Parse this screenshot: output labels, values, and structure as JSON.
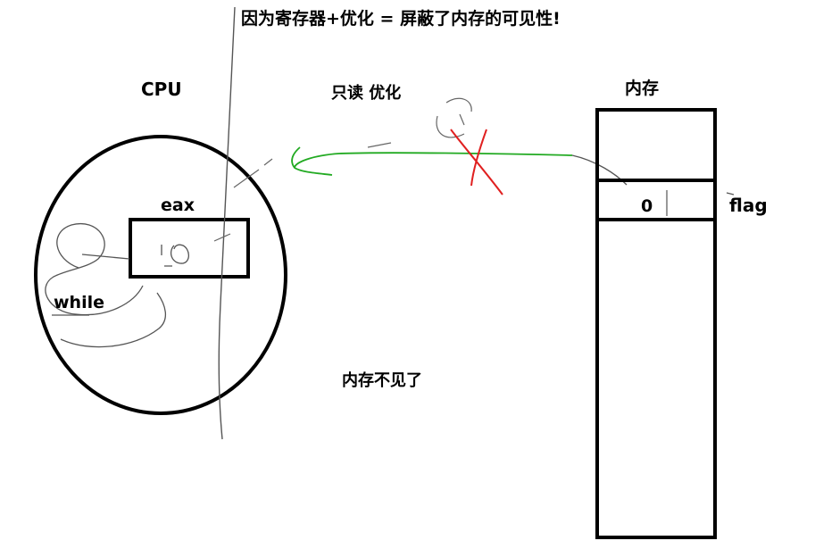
{
  "title": "因为寄存器+优化 = 屏蔽了内存的可见性!",
  "cpu": {
    "label": "CPU",
    "register_label": "eax",
    "loop_label": "while"
  },
  "readonly_label": "只读  优化",
  "memory": {
    "label": "内存",
    "flag_value": "0",
    "flag_label": "flag"
  },
  "invisible_label": "内存不见了",
  "colors": {
    "ink": "#000000",
    "green_arrow": "#22aa22",
    "red_cross": "#e02020",
    "pencil": "#555555"
  }
}
